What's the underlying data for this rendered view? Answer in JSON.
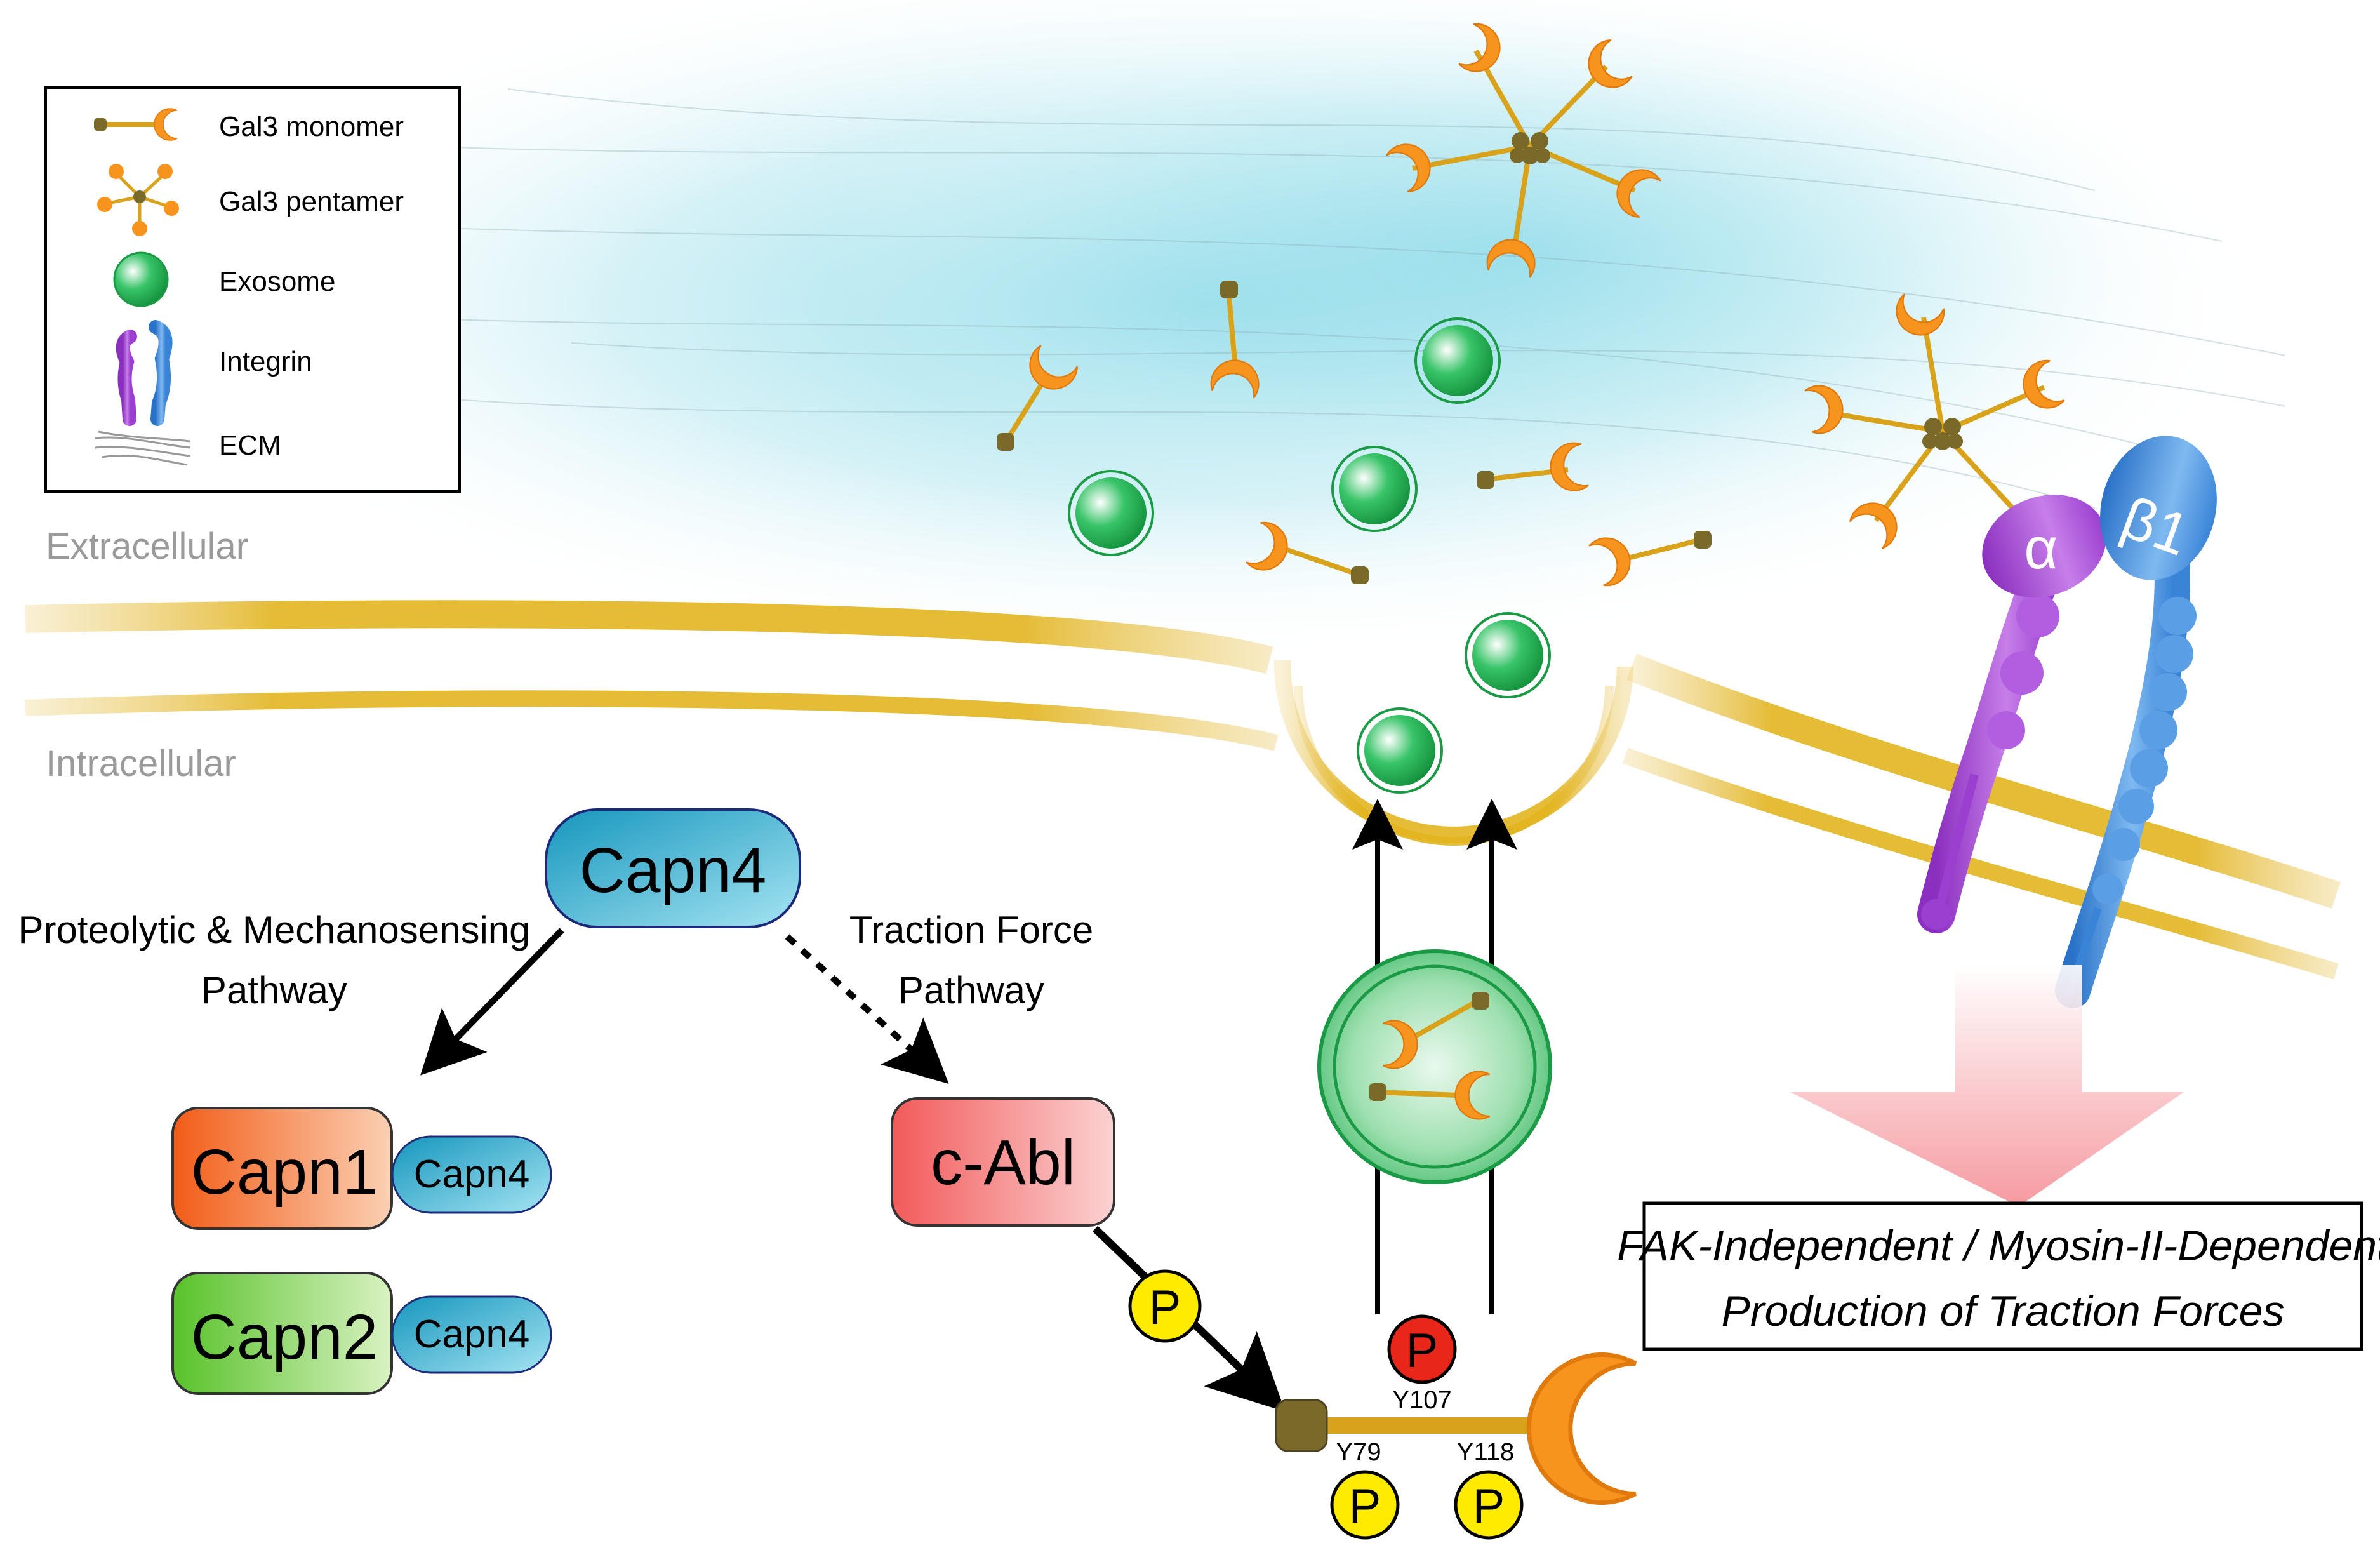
{
  "legend": {
    "items": [
      {
        "label": "Gal3 monomer",
        "icon": "gal3-monomer-icon"
      },
      {
        "label": "Gal3 pentamer",
        "icon": "gal3-pentamer-icon"
      },
      {
        "label": "Exosome",
        "icon": "exosome-icon"
      },
      {
        "label": "Integrin",
        "icon": "integrin-icon"
      },
      {
        "label": "ECM",
        "icon": "ecm-icon"
      }
    ]
  },
  "regions": {
    "extracellular": "Extracellular",
    "intracellular": "Intracellular"
  },
  "nodes": {
    "capn4": "Capn4",
    "capn1": "Capn1",
    "capn2": "Capn2",
    "capn4_small_1": "Capn4",
    "capn4_small_2": "Capn4",
    "cabl": "c-Abl"
  },
  "pathways": {
    "proteolytic_line1": "Proteolytic & Mechanosensing",
    "proteolytic_line2": "Pathway",
    "traction_line1": "Traction Force",
    "traction_line2": "Pathway"
  },
  "phospho": {
    "p": "P",
    "y107": "Y107",
    "y79": "Y79",
    "y118": "Y118"
  },
  "integrin": {
    "alpha": "α",
    "beta": "β1"
  },
  "output_box": {
    "line1": "FAK-Independent / Myosin-II-Dependent",
    "line2": "Production of Traction Forces"
  },
  "colors": {
    "gal3": "#f7941d",
    "exosome": "#1fae4b",
    "membrane": "#e2b41f",
    "extracellular_tint": "#bfeaf2",
    "capn1": "#f26b21",
    "capn2": "#6dc93a",
    "capn4": "#29a9c9",
    "cabl": "#f46f6f",
    "integrin_alpha": "#a64ad6",
    "integrin_beta": "#3d8de0",
    "phospho_yellow": "#ffeb00",
    "phospho_red": "#e8261a"
  }
}
